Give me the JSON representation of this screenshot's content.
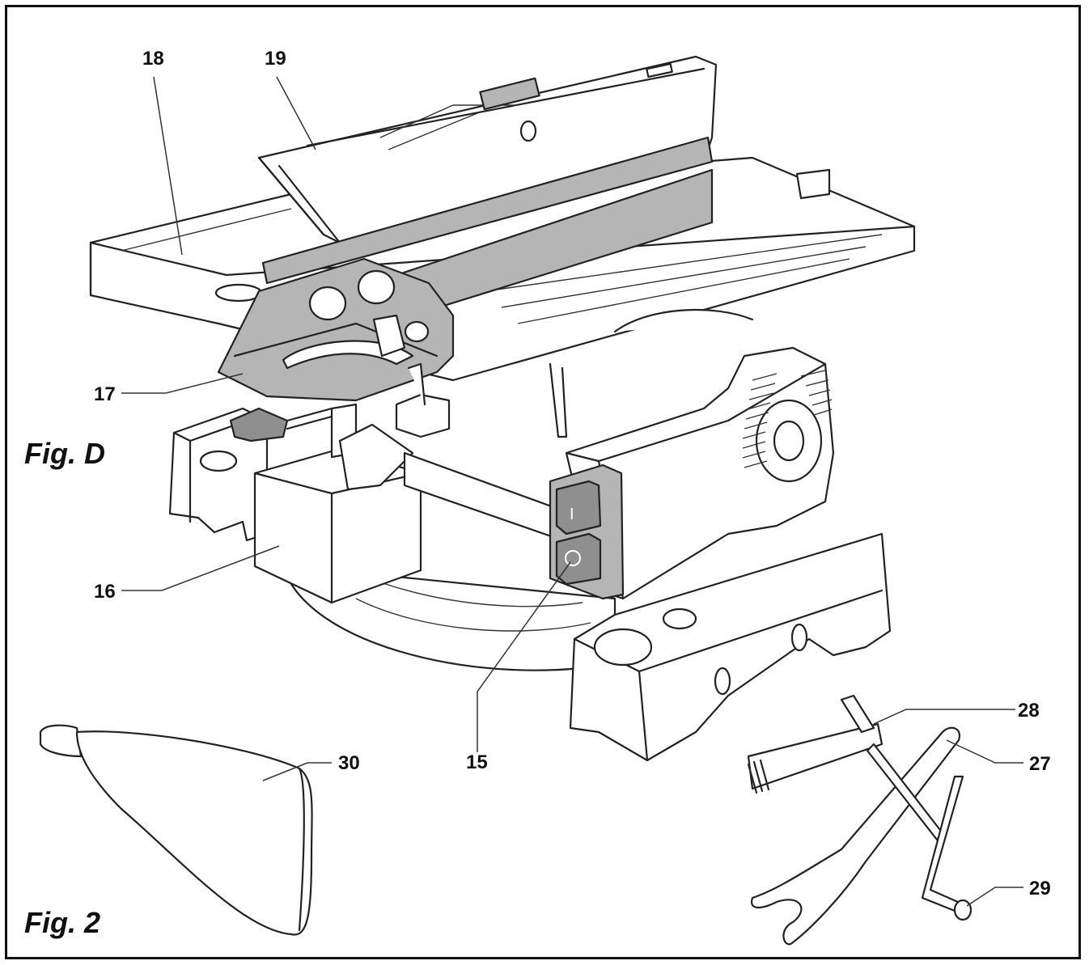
{
  "figure_labels": {
    "fig_d": "Fig. D",
    "fig_2": "Fig. 2"
  },
  "callouts": {
    "c15": "15",
    "c16": "16",
    "c17": "17",
    "c18": "18",
    "c19": "19",
    "c27": "27",
    "c28": "28",
    "c29": "29",
    "c30": "30"
  },
  "colors": {
    "line": "#222222",
    "part_shade": "#b5b5b5",
    "dark_shade": "#8f8f8f",
    "background": "#ffffff"
  }
}
